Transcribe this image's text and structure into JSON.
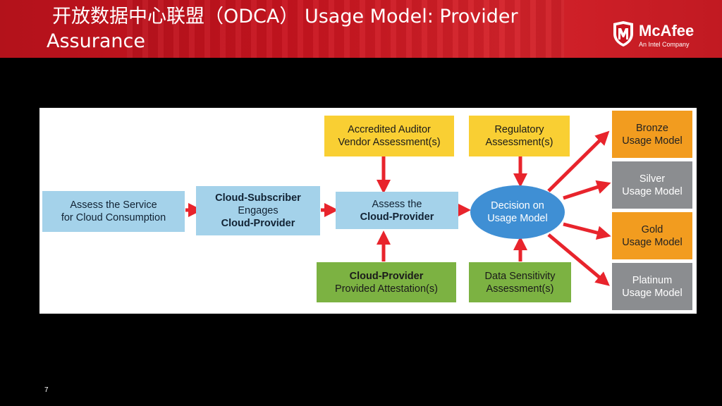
{
  "header": {
    "title_line1": "开放数据中心联盟（ODCA） Usage Model: Provider",
    "title_line2": "Assurance",
    "logo_brand": "McAfee",
    "logo_sub": "An Intel Company"
  },
  "diagram": {
    "assess_service": [
      "Assess the Service",
      "for Cloud Consumption"
    ],
    "subscriber": [
      "Cloud-Subscriber",
      "Engages",
      "Cloud-Provider"
    ],
    "assess_provider": [
      "Assess the",
      "Cloud-Provider"
    ],
    "auditor": [
      "Accredited Auditor",
      "Vendor Assessment(s)"
    ],
    "attestation": [
      "Cloud-Provider",
      "Provided Attestation(s)"
    ],
    "regulatory": [
      "Regulatory",
      "Assessment(s)"
    ],
    "sensitivity": [
      "Data Sensitivity",
      "Assessment(s)"
    ],
    "decision": [
      "Decision on",
      "Usage Model"
    ],
    "bronze": [
      "Bronze",
      "Usage Model"
    ],
    "silver": [
      "Silver",
      "Usage Model"
    ],
    "gold": [
      "Gold",
      "Usage Model"
    ],
    "platinum": [
      "Platinum",
      "Usage Model"
    ]
  },
  "colors": {
    "header_red": "#c8141f",
    "arrow_red": "#e8242c",
    "box_blue": "#a4d2ea",
    "box_yellow": "#f9cf33",
    "box_green": "#7cb242",
    "box_orange": "#f29c1f",
    "box_grey": "#8b8d90",
    "ellipse_blue": "#3f8fd4"
  },
  "footer": {
    "page_number": "7"
  }
}
